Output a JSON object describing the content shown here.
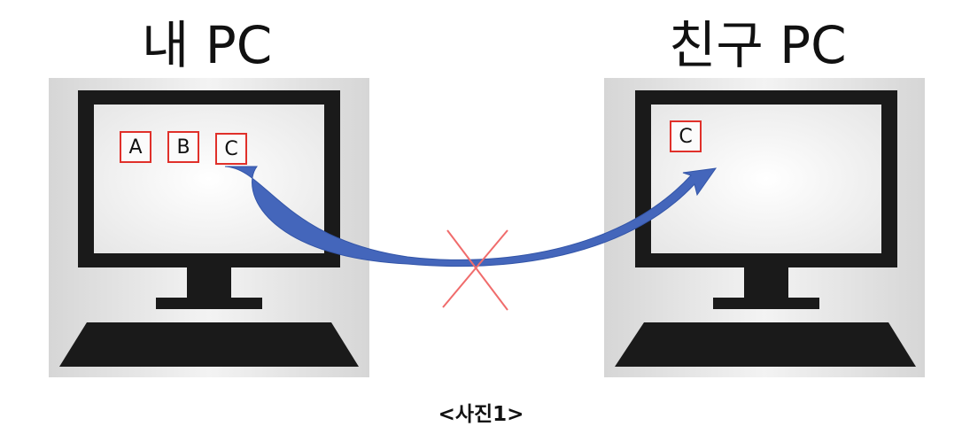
{
  "left_pc": {
    "title": "내 PC",
    "files": [
      "A",
      "B",
      "C"
    ]
  },
  "right_pc": {
    "title": "친구 PC",
    "files": [
      "C"
    ]
  },
  "caption": "<사진1>",
  "colors": {
    "arrow": "#4466bb",
    "cross": "#f06c6c",
    "file_border": "#e0302a",
    "monitor": "#1a1a1a"
  }
}
